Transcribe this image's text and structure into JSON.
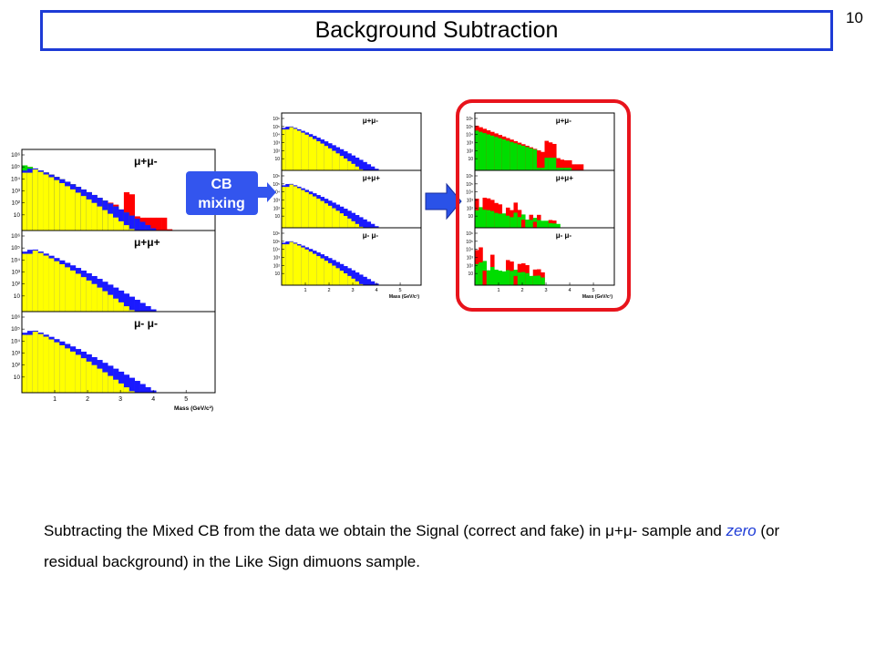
{
  "slide": {
    "title": "Background Subtraction",
    "page_number": "10"
  },
  "mixing_box": {
    "line1": "CB",
    "line2": "mixing",
    "color": "#3355ee"
  },
  "panel_labels": {
    "os": "μ+μ-",
    "pp": "μ+μ+",
    "mm": "μ- μ-"
  },
  "axis": {
    "xlabel": "Mass (GeV/c²)",
    "xticks": [
      "1",
      "2",
      "3",
      "4",
      "5"
    ],
    "yticks": [
      "10⁶",
      "10⁵",
      "10⁴",
      "10³",
      "10²",
      "10"
    ]
  },
  "colors": {
    "yellow": "#ffff00",
    "blue": "#1a1aff",
    "red": "#ff0000",
    "green": "#00dd00",
    "highlight": "#e8141c"
  },
  "caption": {
    "part1": "Subtracting the Mixed CB from the data we obtain the Signal (correct and fake) in μ+μ- sample and ",
    "emphasis": "zero",
    "part2": " (or residual background) in the Like Sign dimuons sample."
  }
}
